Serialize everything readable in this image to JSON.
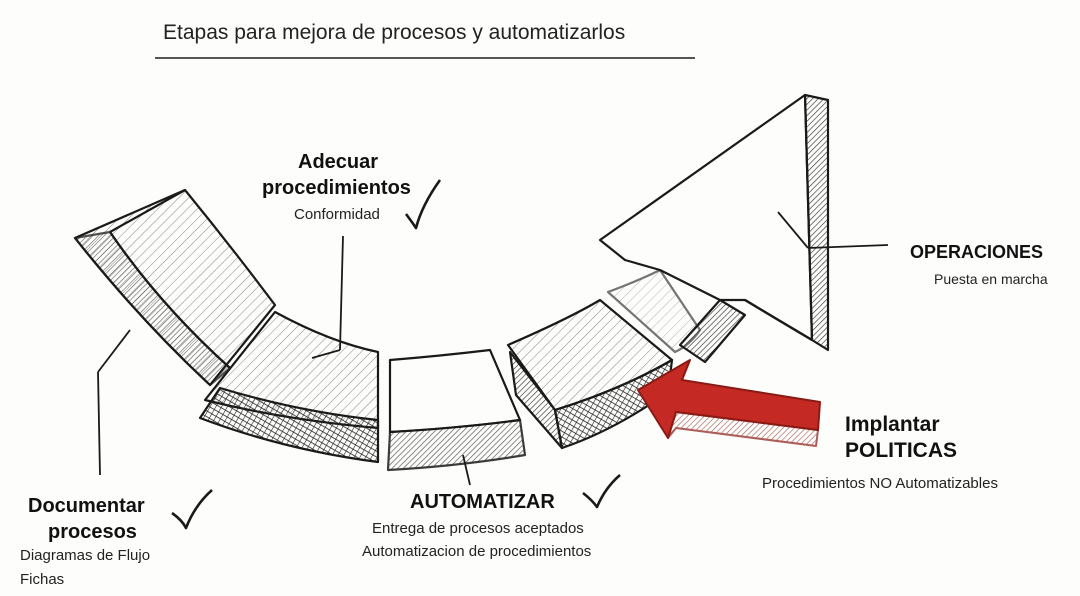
{
  "title": "Etapas para mejora de procesos y automatizarlos",
  "stages": {
    "documentar": {
      "title_line1": "Documentar",
      "title_line2": "procesos",
      "detail_line1": "Diagramas de Flujo",
      "detail_line2": "Fichas",
      "checked": true
    },
    "adecuar": {
      "title_line1": "Adecuar",
      "title_line2": "procedimientos",
      "detail_line1": "Conformidad",
      "checked": true
    },
    "automatizar": {
      "title_line1": "AUTOMATIZAR",
      "detail_line1": "Entrega de procesos aceptados",
      "detail_line2": "Automatizacion de procedimientos",
      "checked": true
    },
    "operaciones": {
      "title_line1": "OPERACIONES",
      "detail_line1": "Puesta en marcha"
    },
    "implantar": {
      "title_line1": "Implantar",
      "title_line2": "POLITICAS",
      "detail_line1": "Procedimientos NO Automatizables"
    }
  },
  "colors": {
    "ink": "#1a1a1a",
    "policy_arrow": "#c42a23",
    "background": "#fdfdfb"
  }
}
